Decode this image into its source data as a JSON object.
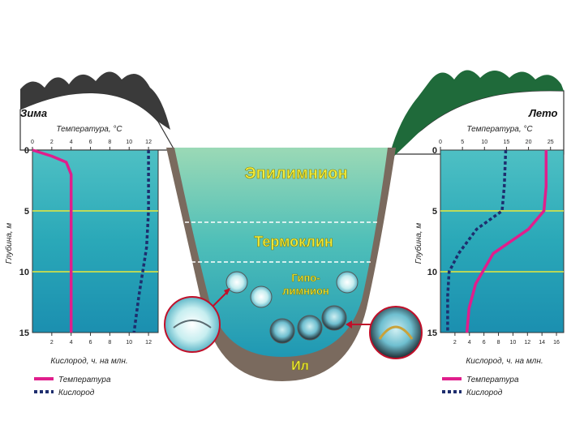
{
  "colors": {
    "temperature": "#e01e8c",
    "oxygen": "#1e2e6e",
    "water_top": "#8fd3b4",
    "water_bottom": "#2a9fb8",
    "sediment": "#7a6a5e",
    "gridline": "#e8e83a"
  },
  "winter": {
    "season": "Зима",
    "top_axis_label": "Температура, °С",
    "top_ticks": [
      "0",
      "2",
      "4",
      "6",
      "8",
      "10",
      "12"
    ],
    "bottom_ticks": [
      "2",
      "4",
      "6",
      "8",
      "10",
      "12"
    ],
    "bottom_axis_label": "Кислород, ч. на млн.",
    "depth_axis_label": "Глубина, м",
    "depth_ticks": [
      "0",
      "5",
      "10",
      "15"
    ],
    "legend": {
      "temperature": "Температура",
      "oxygen": "Кислород"
    }
  },
  "summer": {
    "season": "Лето",
    "top_axis_label": "Температура, °С",
    "top_ticks": [
      "0",
      "5",
      "10",
      "15",
      "20",
      "25"
    ],
    "bottom_ticks": [
      "2",
      "4",
      "6",
      "8",
      "10",
      "12",
      "14",
      "16"
    ],
    "bottom_axis_label": "Кислород, ч. на млн.",
    "depth_axis_label": "Глубина, м",
    "depth_ticks": [
      "0",
      "5",
      "10",
      "15"
    ],
    "legend": {
      "temperature": "Температура",
      "oxygen": "Кислород"
    }
  },
  "lake": {
    "epilimnion": "Эпилимнион",
    "thermocline": "Термоклин",
    "hypolimnion_line1": "Гипо-",
    "hypolimnion_line2": "лимнион",
    "sediment": "Ил"
  },
  "chart_data": [
    {
      "type": "line",
      "panel": "winter",
      "y_axis": "depth_m",
      "ylim": [
        0,
        15
      ],
      "series": [
        {
          "name": "Температура",
          "axis": "top",
          "xlim": [
            0,
            13
          ],
          "points": [
            [
              0,
              0
            ],
            [
              2,
              0.5
            ],
            [
              3.5,
              1
            ],
            [
              4,
              2
            ],
            [
              4,
              5
            ],
            [
              4,
              10
            ],
            [
              4,
              15
            ]
          ]
        },
        {
          "name": "Кислород",
          "axis": "bottom",
          "xlim": [
            0,
            13
          ],
          "points": [
            [
              12,
              0
            ],
            [
              12,
              5
            ],
            [
              11.8,
              8
            ],
            [
              11,
              12
            ],
            [
              10.5,
              15
            ]
          ]
        }
      ]
    },
    {
      "type": "line",
      "panel": "summer",
      "y_axis": "depth_m",
      "ylim": [
        0,
        15
      ],
      "series": [
        {
          "name": "Температура",
          "axis": "top",
          "xlim": [
            0,
            28
          ],
          "points": [
            [
              24,
              0
            ],
            [
              24,
              3
            ],
            [
              23.5,
              5
            ],
            [
              20,
              6.5
            ],
            [
              12,
              8.5
            ],
            [
              8,
              11
            ],
            [
              6.5,
              13
            ],
            [
              6,
              15
            ]
          ]
        },
        {
          "name": "Кислород",
          "axis": "bottom",
          "xlim": [
            0,
            17
          ],
          "points": [
            [
              9,
              0
            ],
            [
              8.8,
              3
            ],
            [
              8.5,
              5
            ],
            [
              5,
              6.5
            ],
            [
              2.5,
              8.5
            ],
            [
              1.2,
              10
            ],
            [
              1,
              12
            ],
            [
              1,
              15
            ]
          ]
        }
      ]
    }
  ]
}
